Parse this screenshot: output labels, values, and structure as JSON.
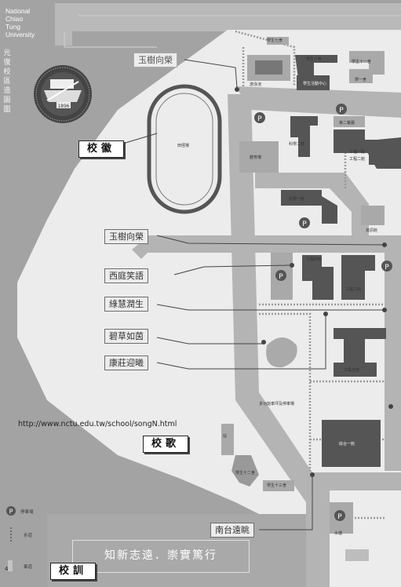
{
  "university": [
    "National",
    "Chiao",
    "Tung",
    "University"
  ],
  "vertical_title": "光復校區造園圖",
  "section_labels": {
    "emblem": "校徽",
    "song": "校歌",
    "motto": "校訓"
  },
  "url": "http://www.nctu.edu.tw/school/songN.html",
  "motto_text": "知新志遠．崇實篤行",
  "emblem_year": "1896",
  "scenic_labels": [
    "玉樹向榮",
    "玉樹向榮",
    "西庭笑語",
    "綠慧潤生",
    "碧草如茵",
    "康莊迎曦",
    "南台遠眺"
  ],
  "buildings": {
    "dorm7": "學生七舍",
    "dorm10": "學生十舍",
    "dorm11": "學生十一舍",
    "dorm1": "學一舍",
    "activity_center": "學生活動中心",
    "swimming_pool": "游泳池",
    "track": "田徑場",
    "gym": "體育場",
    "sci2": "科學二館",
    "sci1": "科學一館",
    "assembly2": "第二餐廳",
    "eng1": "工程一館",
    "eng2": "工程二館",
    "eng4": "工程四館",
    "eng3": "工程三館",
    "eng5": "工程五館",
    "info_center": "資訊館",
    "plaza": "多功能車坪及停車場",
    "general": "綜合一館",
    "dorm12": "學生十二舍",
    "dorm13": "學生十三舍",
    "station": "站",
    "lake": "水塘"
  },
  "legend": {
    "parking": "停車場",
    "walkway": "步道",
    "road": "車道"
  },
  "page_number": "4",
  "colors": {
    "background": "#a3a3a3",
    "campus": "#ececec",
    "building": "#555555",
    "road": "#b4b4b4",
    "label_fill": "#ececec"
  }
}
